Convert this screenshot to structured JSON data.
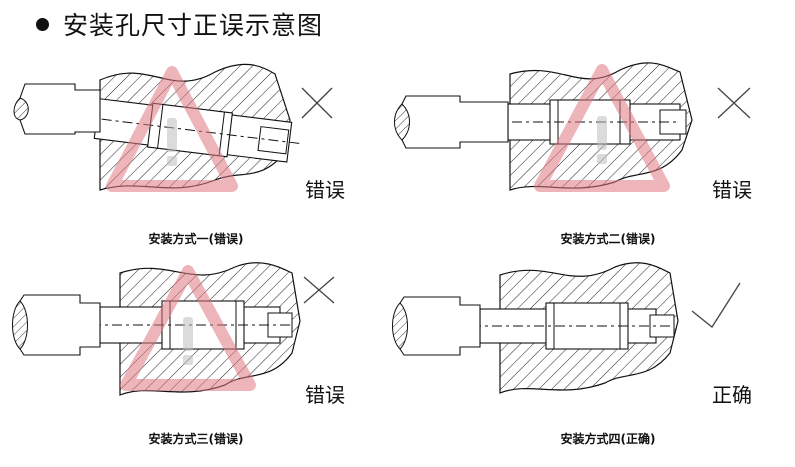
{
  "title": "安装孔尺寸正误示意图",
  "panels": [
    {
      "caption": "安装方式一(错误)",
      "verdict": "错误",
      "mark": "cross-icon",
      "warning": true
    },
    {
      "caption": "安装方式二(错误)",
      "verdict": "错误",
      "mark": "cross-icon",
      "warning": true
    },
    {
      "caption": "安装方式三(错误)",
      "verdict": "错误",
      "mark": "cross-icon",
      "warning": true
    },
    {
      "caption": "安装方式四(正确)",
      "verdict": "正确",
      "mark": "check-icon",
      "warning": false
    }
  ],
  "colors": {
    "warning": "#e07a83",
    "line": "#111111",
    "hatch": "#222222"
  }
}
